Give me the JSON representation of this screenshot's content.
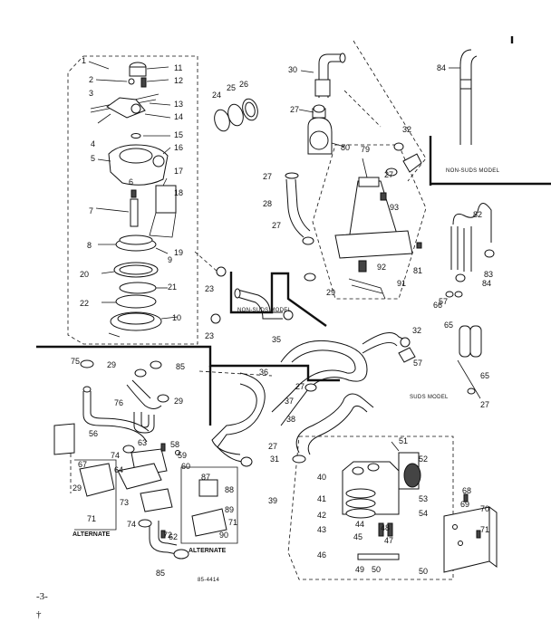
{
  "page_number": "-3-",
  "small_caption": "85-4414",
  "labels": {
    "non_suds_upper": "NON-SUDS MODEL",
    "non_suds_mid": "NON-SUDS MODEL",
    "suds_model": "SUDS MODEL",
    "alternate_left": "ALTERNATE",
    "alternate_right": "ALTERNATE"
  },
  "part_numbers": [
    "1",
    "2",
    "3",
    "4",
    "5",
    "6",
    "7",
    "8",
    "9",
    "10",
    "11",
    "12",
    "13",
    "14",
    "15",
    "16",
    "17",
    "18",
    "19",
    "20",
    "21",
    "22",
    "23",
    "23",
    "24",
    "25",
    "26",
    "27",
    "27",
    "27",
    "27",
    "27",
    "27",
    "27",
    "28",
    "29",
    "29",
    "29",
    "29",
    "30",
    "31",
    "32",
    "32",
    "35",
    "36",
    "37",
    "38",
    "39",
    "40",
    "41",
    "42",
    "43",
    "44",
    "45",
    "46",
    "47",
    "48",
    "49",
    "50",
    "50",
    "51",
    "52",
    "53",
    "54",
    "56",
    "57",
    "57",
    "58",
    "59",
    "60",
    "62",
    "63",
    "64",
    "65",
    "65",
    "66",
    "67",
    "68",
    "69",
    "70",
    "71",
    "71",
    "71",
    "72",
    "73",
    "74",
    "74",
    "75",
    "76",
    "79",
    "80",
    "81",
    "82",
    "83",
    "84",
    "84",
    "85",
    "85",
    "87",
    "88",
    "89",
    "90",
    "91",
    "92",
    "93"
  ]
}
